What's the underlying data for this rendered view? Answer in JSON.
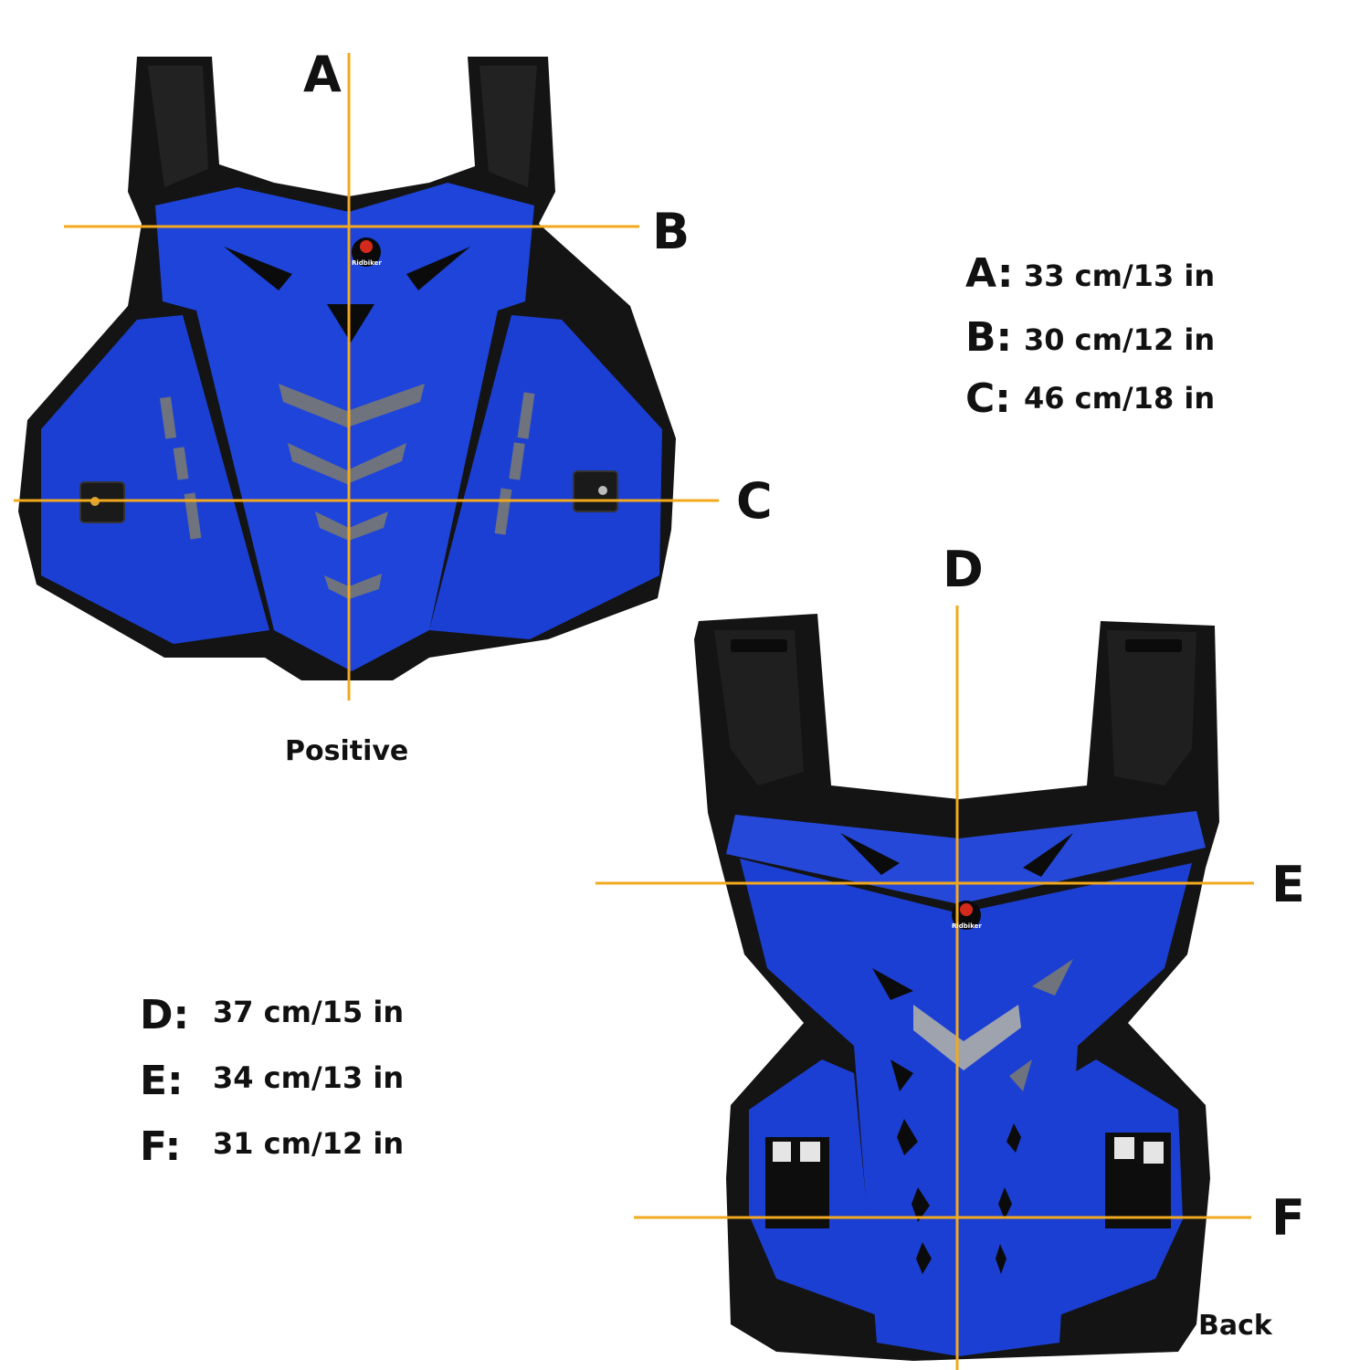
{
  "colors": {
    "guide": "#f2a91d",
    "shell_blue": "#1c3fd3",
    "shell_dark_blue": "#1430a8",
    "foam_black": "#141414",
    "vent_gray": "#9ea3ad",
    "text": "#111111"
  },
  "front": {
    "caption": "Positive",
    "logo_text": "Ridbiker",
    "markers": {
      "a": "A",
      "b": "B",
      "c": "C"
    }
  },
  "back": {
    "caption": "Back",
    "logo_text": "Ridbiker",
    "markers": {
      "d": "D",
      "e": "E",
      "f": "F"
    }
  },
  "measurements_front": [
    {
      "key": "A:",
      "value": "33 cm/13 in"
    },
    {
      "key": "B:",
      "value": "30 cm/12 in"
    },
    {
      "key": "C:",
      "value": "46 cm/18 in"
    }
  ],
  "measurements_back": [
    {
      "key": "D:",
      "value": "37 cm/15 in"
    },
    {
      "key": "E:",
      "value": "34 cm/13 in"
    },
    {
      "key": "F:",
      "value": "31 cm/12 in"
    }
  ]
}
